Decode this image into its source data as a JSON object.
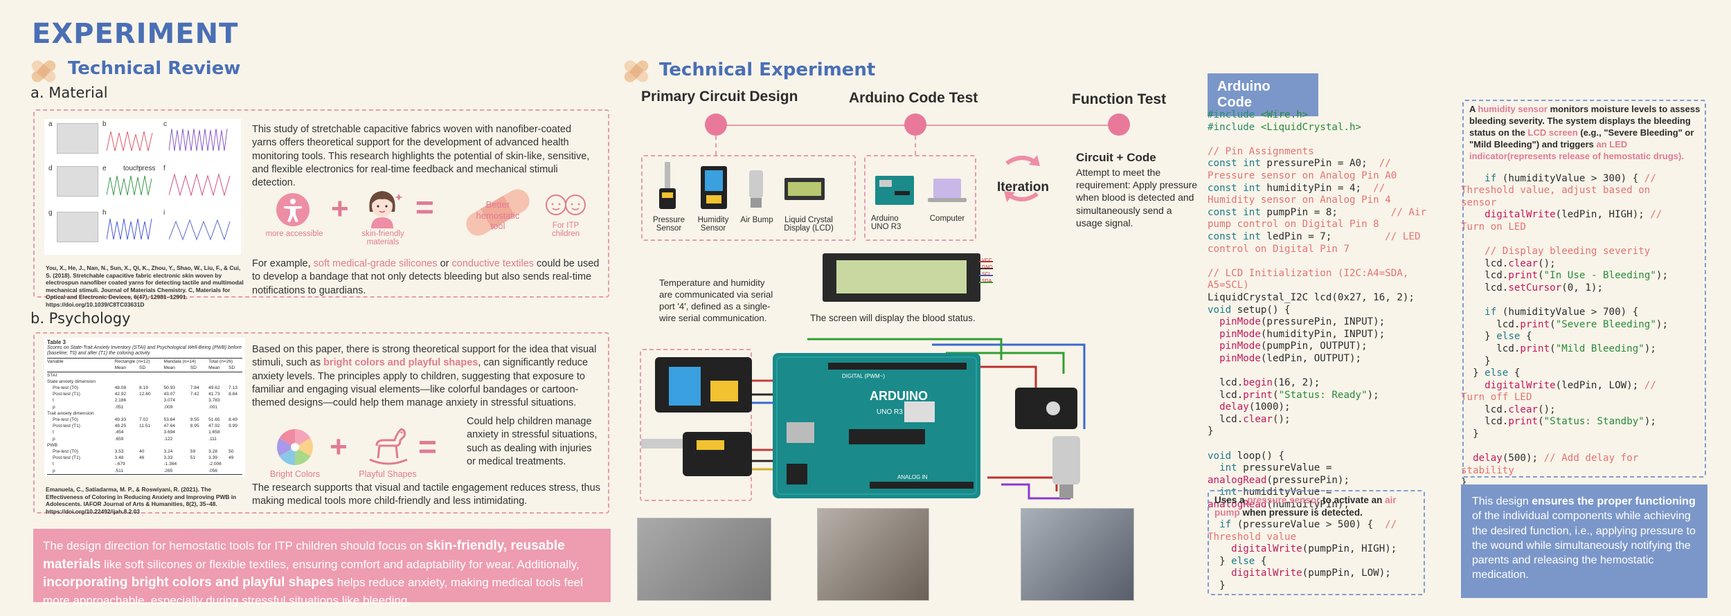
{
  "main_title": "EXPERIMENT",
  "review": {
    "title": "Technical Review",
    "material": {
      "heading": "a.  Material",
      "para1": "This study of stretchable capacitive fabrics woven with nanofiber-coated yarns offers theoretical support for the development of advanced health monitoring tools. This research highlights the potential of skin-like, sensitive, and flexible electronics for real-time feedback and mechanical stimuli detection.",
      "citation": "You, X., He, J., Nan, N., Sun, X., Qi, K., Zhou, Y., Shao, W., Liu, F., & Cui, S. (2018). Stretchable capacitive fabric electronic skin woven by electrospun nanofiber coated yarns for detecting tactile and multimodal mechanical stimuli. Journal of Materials Chemistry. C, Materials for Optical and Electronic Devices, 6(47), 12981–12991. https://doi.org/10.1039/C8TC03631D",
      "icon1_label": "more accessible",
      "icon2_label": "skin-friendly materials",
      "result_label": "Better hemostatic tool",
      "result2_label": "For ITP children",
      "para2_pre": "For example, ",
      "para2_hl1": "soft medical-grade silicones",
      "para2_mid": " or ",
      "para2_hl2": "conductive textiles",
      "para2_post": " could be used to develop a bandage that not only detects bleeding but also sends real-time notifications to guardians.",
      "fig_labels": [
        "a",
        "b",
        "c",
        "d",
        "e",
        "f",
        "g",
        "h",
        "i"
      ],
      "fig_words": [
        "touch",
        "press"
      ]
    },
    "psychology": {
      "heading": "b.  Psychology",
      "para1_pre": "Based on this paper, there is strong theoretical support for the idea that visual stimuli, such as ",
      "para1_hl": "bright colors and playful shapes",
      "para1_post": ", can significantly reduce anxiety levels. The principles apply to children, suggesting that exposure to familiar and engaging visual elements—like colorful bandages or cartoon-themed designs—could help them manage anxiety in stressful situations.",
      "icon1_label": "Bright Colors",
      "icon2_label": "Playful Shapes",
      "result_text": "Could help children manage anxiety in stressful situations, such as dealing with injuries or medical treatments.",
      "para2": "The research supports that visual and tactile engagement reduces stress, thus making medical tools more child-friendly and less intimidating.",
      "citation": "Emanuela, C., Satiadarma, M. P., & Roswiyani, R. (2021). The Effectiveness of Coloring in Reducing Anxiety and Improving PWB in Adolescents. IAFOR Journal of Arts & Humanities, 8(2), 35–48. https://doi.org/10.22492/ijah.8.2.03",
      "table_title": "Table 3",
      "table_caption": "Scores on State-Trait Anxiety Inventory (STAI) and Psychological Well-Being (PWB) before (baseline; T0) and after (T1) the coloring activity",
      "table_header": [
        "Variable",
        "Rectangle (n=12)",
        "Mandala (n=14)",
        "Total (n=26)"
      ],
      "table_subheader": [
        "",
        "Mean",
        "SD",
        "Mean",
        "SD",
        "Mean",
        "SD"
      ],
      "table_rows": [
        [
          "STAI",
          "",
          "",
          "",
          "",
          "",
          ""
        ],
        [
          "State anxiety dimension",
          "",
          "",
          "",
          "",
          "",
          ""
        ],
        [
          "Pre-test (T0)",
          "48.08",
          "8.19",
          "50.93",
          "7.84",
          "49.62",
          "7.13"
        ],
        [
          "Post-test (T1)",
          "42.92",
          "12.60",
          "43.07",
          "7.42",
          "41.73",
          "8.84"
        ],
        [
          "t",
          "2.186",
          "",
          "3.074",
          "",
          "3.783",
          ""
        ],
        [
          "p",
          ".051",
          "",
          ".009",
          "",
          ".001",
          ""
        ],
        [
          "Trait anxiety dimension",
          "",
          "",
          "",
          "",
          "",
          ""
        ],
        [
          "Pre-test (T0)",
          "49.33",
          "7.02",
          "53.64",
          "9.55",
          "51.65",
          "8.49"
        ],
        [
          "Post-test (T1)",
          "48.25",
          "11.51",
          "47.64",
          "8.95",
          "47.92",
          "9.99"
        ],
        [
          "t",
          ".454",
          "",
          "3.694",
          "",
          "1.658",
          ""
        ],
        [
          "p",
          ".659",
          "",
          ".122",
          "",
          ".111",
          ""
        ],
        [
          "PWB",
          "",
          "",
          "",
          "",
          "",
          ""
        ],
        [
          "Pre-test (T0)",
          "3.53",
          "40",
          "3.24",
          "59",
          "3.28",
          "50"
        ],
        [
          "Post-test (T1)",
          "3.48",
          "46",
          "3.33",
          "51",
          "3.39",
          "49"
        ],
        [
          "t",
          "-.679",
          "",
          "-1.364",
          "",
          "-2.006",
          ""
        ],
        [
          "p",
          ".511",
          "",
          ".265",
          "",
          ".056",
          ""
        ]
      ]
    },
    "conclusion_parts": [
      {
        "text": "The design direction for hemostatic tools for ITP children should focus on ",
        "bold": false
      },
      {
        "text": "skin-friendly, reusable materials",
        "bold": true
      },
      {
        "text": " like soft silicones or flexible textiles, ensuring comfort and adaptability for wear. Additionally, ",
        "bold": false
      },
      {
        "text": "incorporating bright colors and playful shapes",
        "bold": true
      },
      {
        "text": " helps reduce anxiety, making medical tools feel more approachable, especially during stressful situations like bleeding.",
        "bold": false
      }
    ]
  },
  "experiment": {
    "title": "Technical Experiment",
    "steps": [
      "Primary Circuit Design",
      "Arduino Code Test",
      "Function Test"
    ],
    "components": [
      "Pressure Sensor",
      "Humidity Sensor",
      "Air Bump",
      "Liquid Crystal Display (LCD)"
    ],
    "boards": [
      "Arduino UNO R3",
      "Computer"
    ],
    "iteration": "Iteration",
    "function_title": "Circuit + Code",
    "function_text": "Attempt to meet the requirement: Apply pressure when blood is detected and simultaneously send a usage signal.",
    "lcd_note": "The screen will display the blood status.",
    "lcd_pins": [
      "VCC",
      "GND",
      "SCL",
      "SDA"
    ],
    "sensor_note": "Temperature and humidity are communicated via serial port '4', defined as a single-wire serial communication.",
    "board_text": [
      "ARDUINO",
      "UNO R3",
      "DIGITAL (PWM~)",
      "ANALOG IN"
    ]
  },
  "code": {
    "header": "Arduino Code",
    "lines_left": [
      [
        [
          "#include ",
          "c-kw"
        ],
        [
          "<Wire.h>",
          "c-st"
        ]
      ],
      [
        [
          "#include ",
          "c-kw"
        ],
        [
          "<LiquidCrystal.h>",
          "c-st"
        ]
      ],
      [
        [
          "",
          ""
        ]
      ],
      [
        [
          "// Pin Assignments",
          "c-cm"
        ]
      ],
      [
        [
          "const int ",
          "c-ty"
        ],
        [
          "pressurePin = A0;  ",
          ""
        ],
        [
          "//",
          "c-cm"
        ]
      ],
      [
        [
          "Pressure sensor on Analog Pin A0",
          "c-cm"
        ]
      ],
      [
        [
          "const int ",
          "c-ty"
        ],
        [
          "humidityPin = 4;  ",
          ""
        ],
        [
          "//",
          "c-cm"
        ]
      ],
      [
        [
          "Humidity sensor on Analog Pin 4",
          "c-cm"
        ]
      ],
      [
        [
          "const int ",
          "c-ty"
        ],
        [
          "pumpPin = 8;         ",
          ""
        ],
        [
          "// Air",
          "c-cm"
        ]
      ],
      [
        [
          "pump control on Digital Pin 8",
          "c-cm"
        ]
      ],
      [
        [
          "const int ",
          "c-ty"
        ],
        [
          "ledPin = 7;         ",
          ""
        ],
        [
          "// LED",
          "c-cm"
        ]
      ],
      [
        [
          "control on Digital Pin 7",
          "c-cm"
        ]
      ],
      [
        [
          "",
          ""
        ]
      ],
      [
        [
          "// LCD Initialization (I2C:A4=SDA,",
          "c-cm"
        ]
      ],
      [
        [
          "A5=SCL)",
          "c-cm"
        ]
      ],
      [
        [
          "LiquidCrystal_I2C lcd(0x27, 16, 2);",
          ""
        ]
      ],
      [
        [
          "void ",
          "c-ty"
        ],
        [
          "setup() {",
          ""
        ]
      ],
      [
        [
          "  ",
          ""
        ],
        [
          "pinMode",
          "c-fn"
        ],
        [
          "(pressurePin, INPUT);",
          ""
        ]
      ],
      [
        [
          "  ",
          ""
        ],
        [
          "pinMode",
          "c-fn"
        ],
        [
          "(humidityPin, INPUT);",
          ""
        ]
      ],
      [
        [
          "  ",
          ""
        ],
        [
          "pinMode",
          "c-fn"
        ],
        [
          "(pumpPin, OUTPUT);",
          ""
        ]
      ],
      [
        [
          "  ",
          ""
        ],
        [
          "pinMode",
          "c-fn"
        ],
        [
          "(ledPin, OUTPUT);",
          ""
        ]
      ],
      [
        [
          "",
          ""
        ]
      ],
      [
        [
          "  lcd.",
          ""
        ],
        [
          "begin",
          "c-fn"
        ],
        [
          "(16, 2);",
          ""
        ]
      ],
      [
        [
          "  lcd.",
          ""
        ],
        [
          "print",
          "c-fn"
        ],
        [
          "(",
          ""
        ],
        [
          "\"Status: Ready\"",
          "c-st"
        ],
        [
          ");",
          ""
        ]
      ],
      [
        [
          "  ",
          ""
        ],
        [
          "delay",
          "c-fn"
        ],
        [
          "(1000);",
          ""
        ]
      ],
      [
        [
          "  lcd.",
          ""
        ],
        [
          "clear",
          "c-fn"
        ],
        [
          "();",
          ""
        ]
      ],
      [
        [
          "}",
          ""
        ]
      ],
      [
        [
          "",
          ""
        ]
      ],
      [
        [
          "void ",
          "c-ty"
        ],
        [
          "loop() {",
          ""
        ]
      ],
      [
        [
          "  ",
          ""
        ],
        [
          "int ",
          "c-ty"
        ],
        [
          "pressureValue =",
          ""
        ]
      ],
      [
        [
          "analogRead",
          "c-fn"
        ],
        [
          "(pressurePin);",
          ""
        ]
      ],
      [
        [
          "  ",
          ""
        ],
        [
          "int ",
          "c-ty"
        ],
        [
          "humidityValue =",
          ""
        ]
      ],
      [
        [
          "analogRead",
          "c-fn"
        ],
        [
          "(humidityPin);",
          ""
        ]
      ]
    ],
    "pump_note_pre": "Uses a ",
    "pump_note_hl1": "pressure sensor",
    "pump_note_mid": " to activate an ",
    "pump_note_hl2": "air pump",
    "pump_note_post": " when pressure is detected.",
    "lines_pump": [
      [
        [
          "  ",
          ""
        ],
        [
          "if ",
          "c-ty"
        ],
        [
          "(pressureValue > 500) {  ",
          ""
        ],
        [
          "//",
          "c-cm"
        ]
      ],
      [
        [
          "Threshold value",
          "c-cm"
        ]
      ],
      [
        [
          "    ",
          ""
        ],
        [
          "digitalWrite",
          "c-fn"
        ],
        [
          "(pumpPin, HIGH);",
          ""
        ]
      ],
      [
        [
          "  } ",
          ""
        ],
        [
          "else ",
          "c-ty"
        ],
        [
          "{",
          ""
        ]
      ],
      [
        [
          "    ",
          ""
        ],
        [
          "digitalWrite",
          "c-fn"
        ],
        [
          "(pumpPin, LOW);",
          ""
        ]
      ],
      [
        [
          "  }",
          ""
        ]
      ]
    ],
    "humid_note_parts": [
      {
        "t": "A ",
        "c": ""
      },
      {
        "t": "humidity sensor",
        "c": "pink"
      },
      {
        "t": " monitors moisture levels to assess bleeding severity. The system displays the bleeding status on the ",
        "c": ""
      },
      {
        "t": "LCD screen",
        "c": "pink"
      },
      {
        "t": " (e.g., \"Severe Bleeding\" or \"Mild Bleeding\") and triggers ",
        "c": ""
      },
      {
        "t": "an LED indicator(represents release of hemostatic drugs).",
        "c": "pink"
      }
    ],
    "lines_right": [
      [
        [
          "",
          ""
        ]
      ],
      [
        [
          "    ",
          ""
        ],
        [
          "if ",
          "c-ty"
        ],
        [
          "(humidityValue > 300) { ",
          ""
        ],
        [
          "//",
          "c-cm"
        ]
      ],
      [
        [
          "Threshold value, adjust based on",
          "c-cm"
        ]
      ],
      [
        [
          "sensor",
          "c-cm"
        ]
      ],
      [
        [
          "    ",
          ""
        ],
        [
          "digitalWrite",
          "c-fn"
        ],
        [
          "(ledPin, HIGH); ",
          ""
        ],
        [
          "//",
          "c-cm"
        ]
      ],
      [
        [
          "Turn on LED",
          "c-cm"
        ]
      ],
      [
        [
          "",
          ""
        ]
      ],
      [
        [
          "    ",
          ""
        ],
        [
          "// Display bleeding severity",
          "c-cm"
        ]
      ],
      [
        [
          "    lcd.",
          ""
        ],
        [
          "clear",
          "c-fn"
        ],
        [
          "();",
          ""
        ]
      ],
      [
        [
          "    lcd.",
          ""
        ],
        [
          "print",
          "c-fn"
        ],
        [
          "(",
          ""
        ],
        [
          "\"In Use - Bleeding\"",
          "c-st"
        ],
        [
          ");",
          ""
        ]
      ],
      [
        [
          "    lcd.",
          ""
        ],
        [
          "setCursor",
          "c-fn"
        ],
        [
          "(0, 1);",
          ""
        ]
      ],
      [
        [
          "",
          ""
        ]
      ],
      [
        [
          "    ",
          ""
        ],
        [
          "if ",
          "c-ty"
        ],
        [
          "(humidityValue > 700) {",
          ""
        ]
      ],
      [
        [
          "      lcd.",
          ""
        ],
        [
          "print",
          "c-fn"
        ],
        [
          "(",
          ""
        ],
        [
          "\"Severe Bleeding\"",
          "c-st"
        ],
        [
          ");",
          ""
        ]
      ],
      [
        [
          "    } ",
          ""
        ],
        [
          "else ",
          "c-ty"
        ],
        [
          "{",
          ""
        ]
      ],
      [
        [
          "      lcd.",
          ""
        ],
        [
          "print",
          "c-fn"
        ],
        [
          "(",
          ""
        ],
        [
          "\"Mild Bleeding\"",
          "c-st"
        ],
        [
          ");",
          ""
        ]
      ],
      [
        [
          "    }",
          ""
        ]
      ],
      [
        [
          "  } ",
          ""
        ],
        [
          "else ",
          "c-ty"
        ],
        [
          "{",
          ""
        ]
      ],
      [
        [
          "    ",
          ""
        ],
        [
          "digitalWrite",
          "c-fn"
        ],
        [
          "(ledPin, LOW); ",
          ""
        ],
        [
          "//",
          "c-cm"
        ]
      ],
      [
        [
          "Turn off LED",
          "c-cm"
        ]
      ],
      [
        [
          "    lcd.",
          ""
        ],
        [
          "clear",
          "c-fn"
        ],
        [
          "();",
          ""
        ]
      ],
      [
        [
          "    lcd.",
          ""
        ],
        [
          "print",
          "c-fn"
        ],
        [
          "(",
          ""
        ],
        [
          "\"Status: Standby\"",
          "c-st"
        ],
        [
          ");",
          ""
        ]
      ],
      [
        [
          "  }",
          ""
        ]
      ],
      [
        [
          "",
          ""
        ]
      ],
      [
        [
          "  ",
          ""
        ],
        [
          "delay",
          "c-fn"
        ],
        [
          "(500); ",
          ""
        ],
        [
          "// Add delay for",
          "c-cm"
        ]
      ],
      [
        [
          "stability",
          "c-cm"
        ]
      ],
      [
        [
          "}",
          ""
        ]
      ]
    ],
    "summary_parts": [
      {
        "t": "This design ",
        "b": false
      },
      {
        "t": "ensures the proper functioning",
        "b": true
      },
      {
        "t": " of the individual components while achieving the desired function, i.e., applying pressure to the wound while simultaneously notifying the parents and releasing the hemostatic medication.",
        "b": false
      }
    ]
  }
}
